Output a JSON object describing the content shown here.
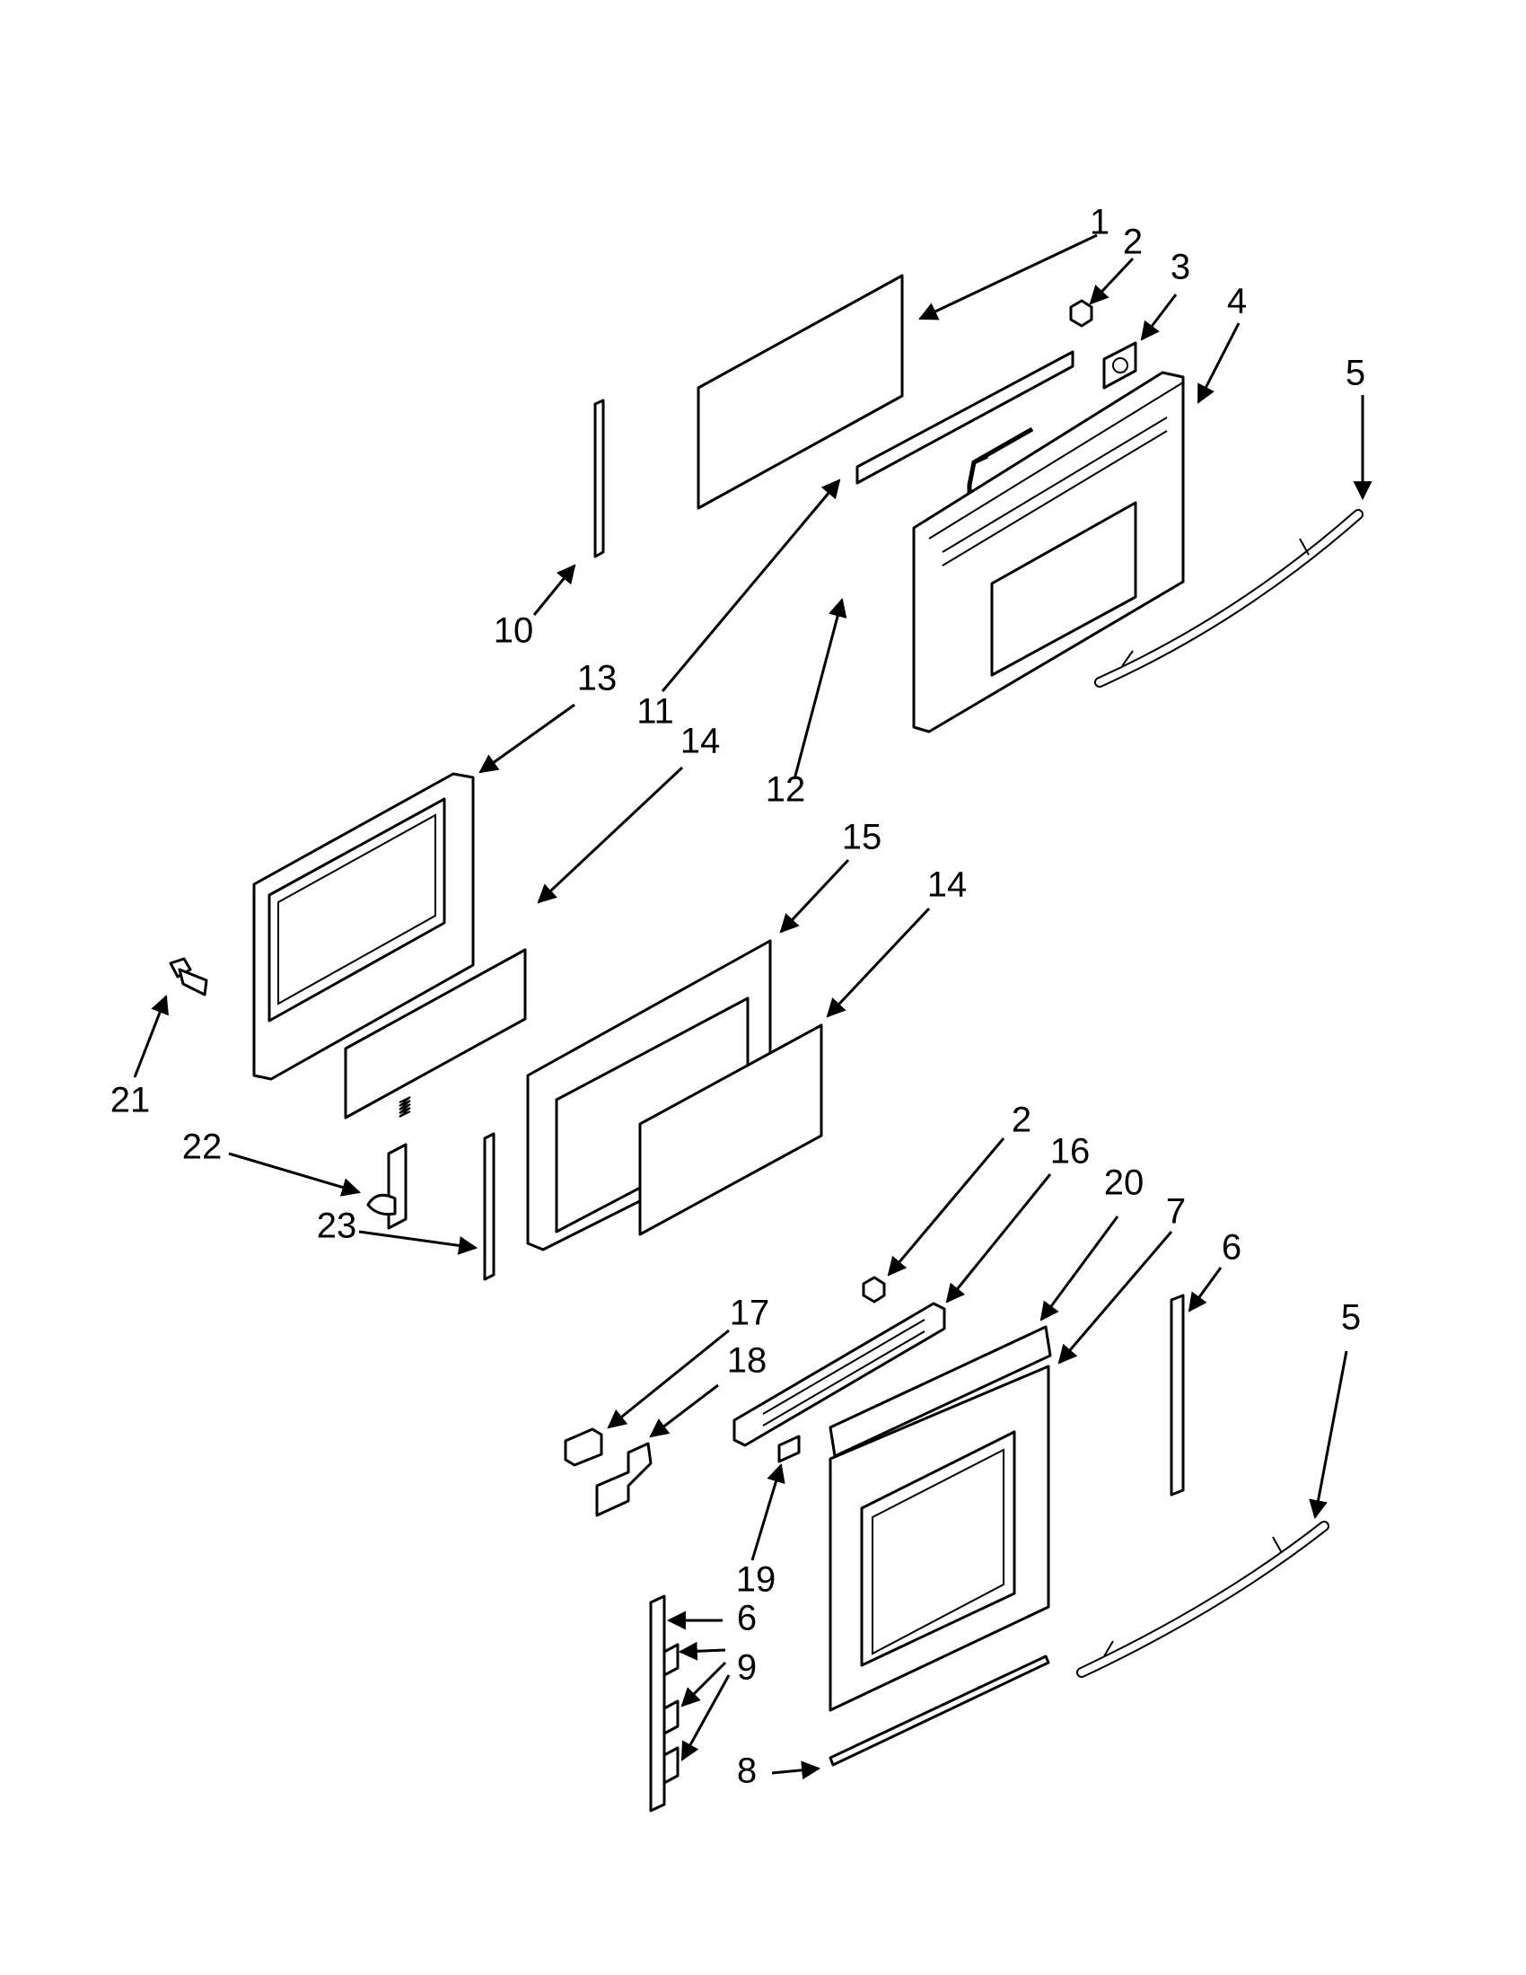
{
  "diagram": {
    "callouts": [
      {
        "id": "c1",
        "label": "1"
      },
      {
        "id": "c2a",
        "label": "2"
      },
      {
        "id": "c3",
        "label": "3"
      },
      {
        "id": "c4",
        "label": "4"
      },
      {
        "id": "c5a",
        "label": "5"
      },
      {
        "id": "c10",
        "label": "10"
      },
      {
        "id": "c11",
        "label": "11"
      },
      {
        "id": "c12",
        "label": "12"
      },
      {
        "id": "c13",
        "label": "13"
      },
      {
        "id": "c14a",
        "label": "14"
      },
      {
        "id": "c15",
        "label": "15"
      },
      {
        "id": "c14b",
        "label": "14"
      },
      {
        "id": "c21",
        "label": "21"
      },
      {
        "id": "c22",
        "label": "22"
      },
      {
        "id": "c23",
        "label": "23"
      },
      {
        "id": "c2b",
        "label": "2"
      },
      {
        "id": "c16",
        "label": "16"
      },
      {
        "id": "c20",
        "label": "20"
      },
      {
        "id": "c7",
        "label": "7"
      },
      {
        "id": "c6a",
        "label": "6"
      },
      {
        "id": "c5b",
        "label": "5"
      },
      {
        "id": "c17",
        "label": "17"
      },
      {
        "id": "c18",
        "label": "18"
      },
      {
        "id": "c19",
        "label": "19"
      },
      {
        "id": "c6b",
        "label": "6"
      },
      {
        "id": "c9",
        "label": "9"
      },
      {
        "id": "c8",
        "label": "8"
      }
    ]
  }
}
